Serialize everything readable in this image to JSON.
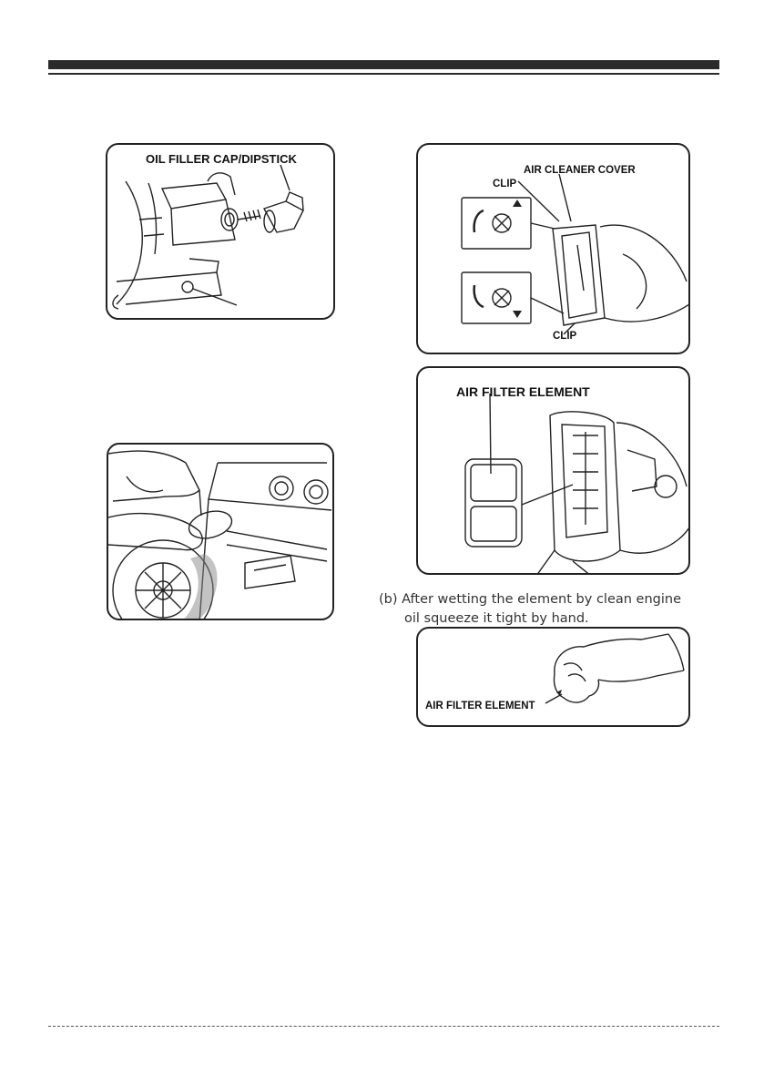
{
  "figures": {
    "oil_filler": {
      "label": "OIL FILLER CAP/DIPSTICK",
      "icon": "oil-filler-cap-illustration"
    },
    "oil_drain": {
      "icon": "oil-pouring-illustration"
    },
    "air_cleaner_cover": {
      "cover_label": "AIR CLEANER COVER",
      "clip_top_label": "CLIP",
      "clip_bottom_label": "CLIP",
      "icon": "air-cleaner-cover-illustration"
    },
    "air_filter_element": {
      "label": "AIR FILTER ELEMENT",
      "icon": "air-filter-element-illustration"
    },
    "squeeze_step": {
      "caption_line1": "(b) After wetting the element by clean engine",
      "caption_line2": "oil squeeze it tight by hand.",
      "label": "AIR FILTER ELEMENT",
      "icon": "hand-squeeze-illustration"
    }
  },
  "colors": {
    "rule": "#2b2b2b",
    "frame": "#222222"
  }
}
